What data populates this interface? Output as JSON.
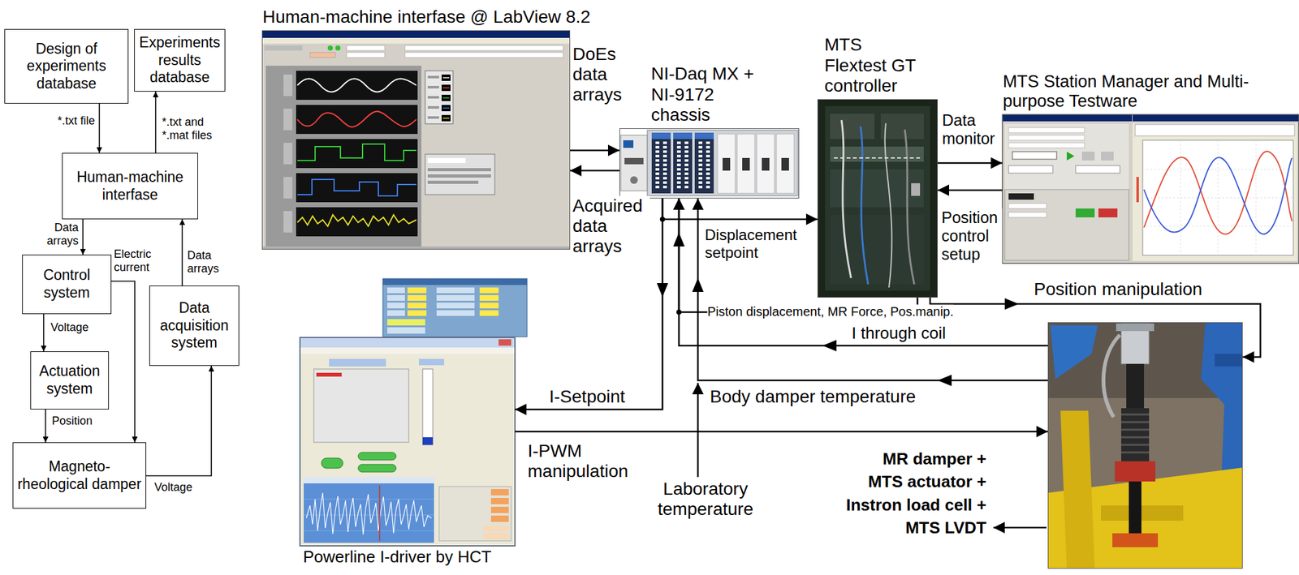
{
  "diagram": {
    "nodes": [
      {
        "text": [
          "Design of experiments database"
        ]
      },
      {
        "text": [
          "Experiments results database"
        ]
      },
      {
        "text": [
          "Human-machine interfase"
        ]
      },
      {
        "text": [
          "Control system"
        ]
      },
      {
        "text": [
          "Actuation system"
        ]
      },
      {
        "text": [
          "Data acquisition system"
        ]
      },
      {
        "text": [
          "Magneto-rheological damper"
        ]
      },
      {
        "text": [
          "Human-machine interfase @ LabView 8.2"
        ]
      },
      {
        "text": [
          "NI-Daq MX + NI-9172 chassis"
        ]
      },
      {
        "text": [
          "MTS Flextest GT controller"
        ]
      },
      {
        "text": [
          "MTS Station Manager and Multi-purpose Testware"
        ]
      },
      {
        "text": [
          "Powerline I-driver by HCT"
        ]
      },
      {
        "text": [
          "MR damper + MTS actuator + Instron load cell + MTS LVDT"
        ]
      }
    ],
    "edges": [
      {
        "from": 0,
        "to": 2,
        "label": "*.txt file",
        "arrow": "to"
      },
      {
        "from": 2,
        "to": 1,
        "label": "*.txt and *.mat files",
        "arrow": "to"
      },
      {
        "from": 2,
        "to": 3,
        "label": "Data arrays",
        "arrow": "to"
      },
      {
        "from": 3,
        "to": 4,
        "label": "Voltage",
        "arrow": "to"
      },
      {
        "from": 3,
        "to": 6,
        "label": "Electric current",
        "arrow": "to"
      },
      {
        "from": 4,
        "to": 6,
        "label": "Position",
        "arrow": "to"
      },
      {
        "from": 6,
        "to": 5,
        "label": "Voltage",
        "arrow": "to"
      },
      {
        "from": 5,
        "to": 2,
        "label": "Data arrays",
        "arrow": "to"
      },
      {
        "from": 7,
        "to": 8,
        "label": "DoEs data arrays",
        "arrow": "to"
      },
      {
        "from": 8,
        "to": 7,
        "label": "Acquired data arrays",
        "arrow": "to"
      },
      {
        "from": 8,
        "to": 9,
        "label": "Displacement setpoint",
        "arrow": "to"
      },
      {
        "from": 9,
        "to": 10,
        "label": "Data monitor",
        "arrow": "to"
      },
      {
        "from": 10,
        "to": 9,
        "label": "Position control setup",
        "arrow": "to"
      },
      {
        "from": 9,
        "to": 12,
        "label": "Position manipulation",
        "arrow": "to"
      },
      {
        "from": 9,
        "to": 8,
        "label": "Piston displacement, MR Force, Pos.manip.",
        "arrow": "to"
      },
      {
        "from": 12,
        "to": 8,
        "label": "I through coil",
        "arrow": "to"
      },
      {
        "from": 12,
        "to": 8,
        "label": "Body damper temperature",
        "arrow": "to"
      },
      {
        "from": 8,
        "to": 11,
        "label": "I-Setpoint",
        "arrow": "to"
      },
      {
        "from": 11,
        "to": 12,
        "label": "I-PWM manipulation",
        "arrow": "to"
      }
    ],
    "labels": [
      "Laboratory temperature"
    ]
  }
}
